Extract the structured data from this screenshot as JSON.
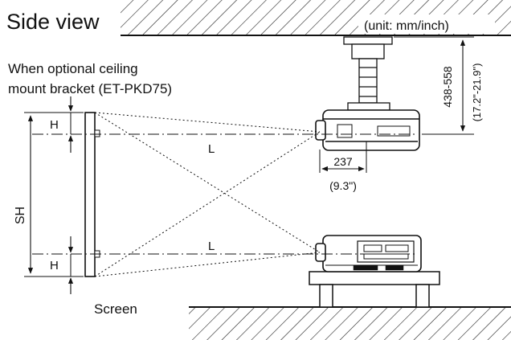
{
  "title": "Side view",
  "unit_note": "(unit: mm/inch)",
  "bracket_note": {
    "line1": "When optional ceiling",
    "line2": "mount bracket (ET-PKD75)"
  },
  "labels": {
    "h_top": "H",
    "h_bottom": "H",
    "sh": "SH",
    "l_top": "L",
    "l_bottom": "L",
    "screen": "Screen"
  },
  "dimensions": {
    "drop_mm": "438-558",
    "drop_inch": "(17.2\"-21.9\")",
    "offset_mm": "237",
    "offset_inch": "(9.3\")"
  }
}
